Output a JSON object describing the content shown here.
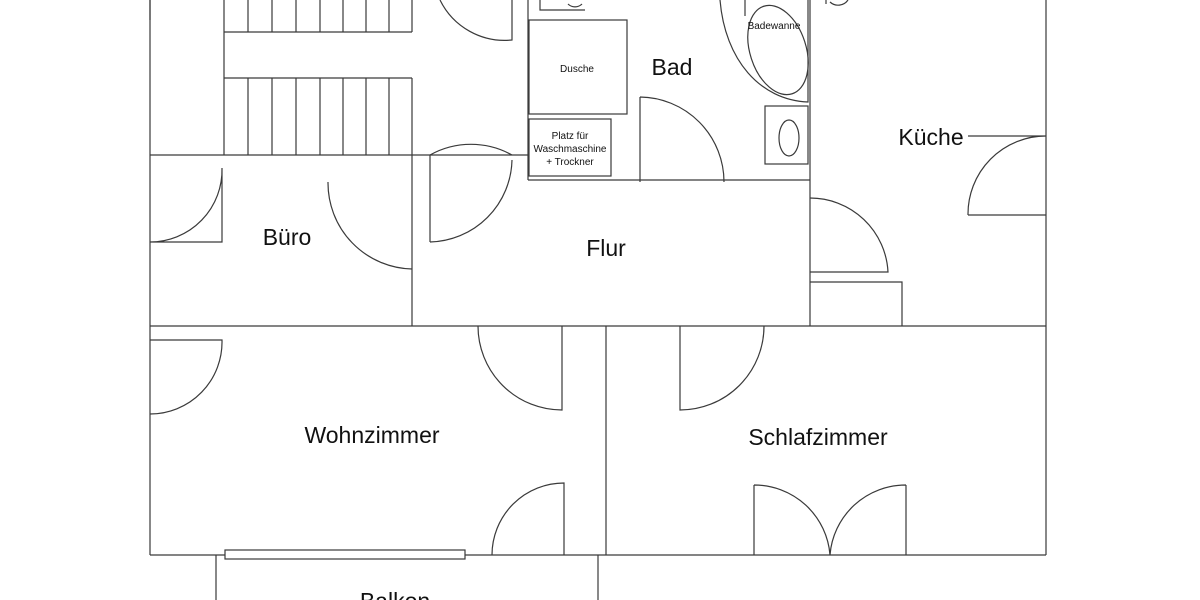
{
  "floorplan": {
    "rooms": {
      "bad": "Bad",
      "kueche": "Küche",
      "buero": "Büro",
      "flur": "Flur",
      "wohnzimmer": "Wohnzimmer",
      "schlafzimmer": "Schlafzimmer",
      "balkon": "Balkon"
    },
    "fixtures": {
      "dusche": "Dusche",
      "badewanne": "Badewanne",
      "waschplatz_line1": "Platz für",
      "waschplatz_line2": "Waschmaschine",
      "waschplatz_line3": "+ Trockner"
    }
  }
}
